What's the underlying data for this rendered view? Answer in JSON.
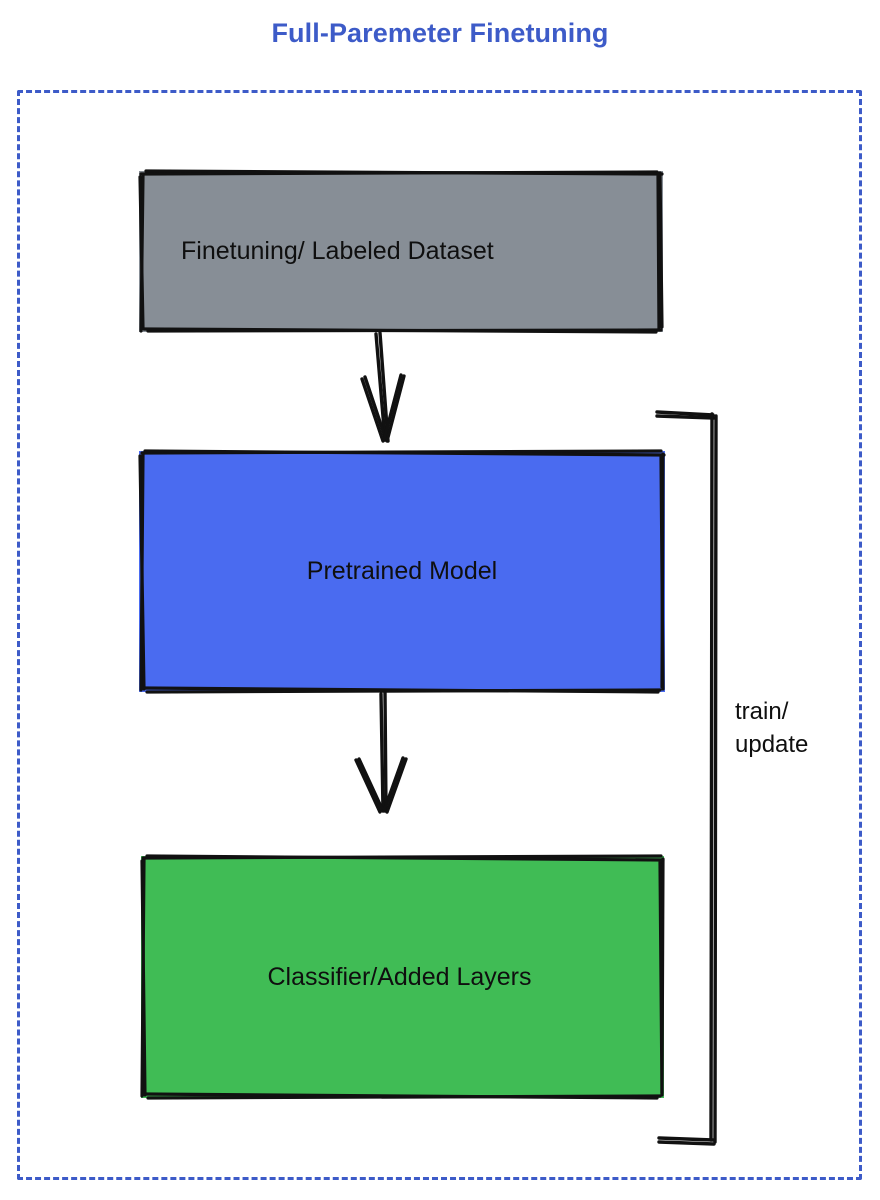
{
  "diagram": {
    "title": "Full-Paremeter Finetuning",
    "title_color": "#3d5bc8",
    "frame": {
      "style": "dashed",
      "color": "#3d5bc8"
    },
    "nodes": [
      {
        "id": "dataset",
        "label": "Finetuning/ Labeled Dataset",
        "fill": "#878e96",
        "stroke": "#0f0f0f",
        "text_color": "#0f0f0f"
      },
      {
        "id": "pretrained",
        "label": "Pretrained Model",
        "fill": "#4a6bf0",
        "stroke": "#0f0f0f",
        "text_color": "#0f0f0f"
      },
      {
        "id": "classifier",
        "label": "Classifier/Added Layers",
        "fill": "#40bc55",
        "stroke": "#0f0f0f",
        "text_color": "#0f0f0f"
      }
    ],
    "edges": [
      {
        "id": "dataset-to-pretrained",
        "from": "dataset",
        "to": "pretrained",
        "label": "",
        "arrowhead": true
      },
      {
        "id": "pretrained-to-classifier",
        "from": "pretrained",
        "to": "classifier",
        "label": "",
        "arrowhead": true
      },
      {
        "id": "feedback-bracket",
        "from": "classifier",
        "to": "pretrained",
        "label_lines": [
          "train/",
          "update"
        ],
        "arrowhead": false
      }
    ],
    "edge_label": {
      "line1": "train/",
      "line2": "update"
    }
  }
}
